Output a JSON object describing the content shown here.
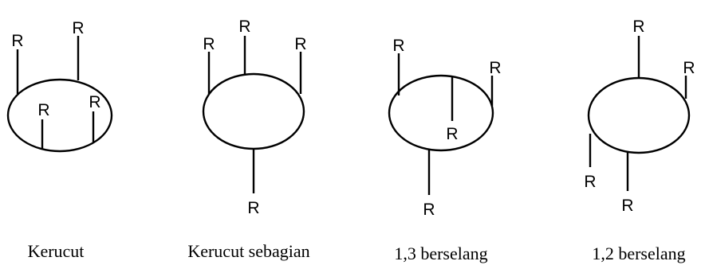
{
  "substituent_label": "R",
  "conformers": [
    {
      "caption": "Kerucut"
    },
    {
      "caption": "Kerucut sebagian"
    },
    {
      "caption": "1,3 berselang"
    },
    {
      "caption": "1,2 berselang"
    }
  ]
}
